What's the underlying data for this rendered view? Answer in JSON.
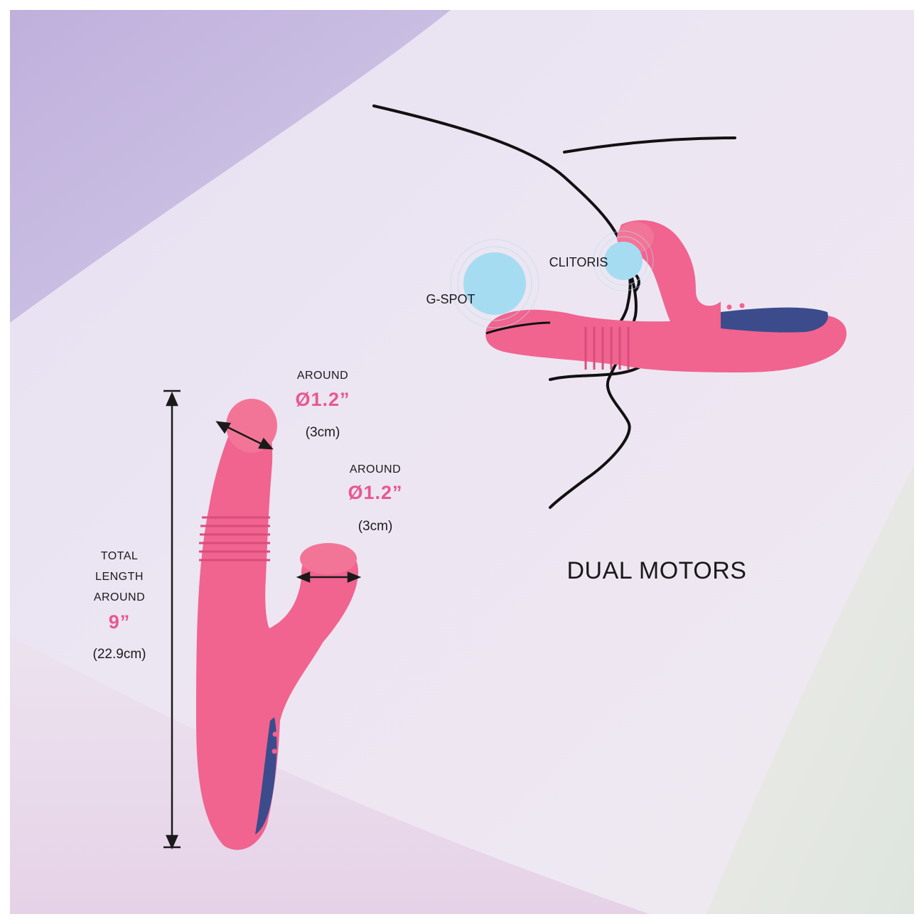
{
  "colors": {
    "product_pink": "#f0648f",
    "accent_pink": "#e8588f",
    "control_panel": "#3c4b8c",
    "zone_blue": "#a6dcf2",
    "background_lavender": "#c4b4de"
  },
  "labels": {
    "top_diameter": {
      "around": "AROUND",
      "value": "Ø1.2”",
      "metric": "(3cm)"
    },
    "clit_diameter": {
      "around": "AROUND",
      "value": "Ø1.2”",
      "metric": "(3cm)"
    },
    "total_length": {
      "line1": "TOTAL",
      "line2": "LENGTH",
      "line3": "AROUND",
      "value": "9”",
      "metric": "(22.9cm)"
    },
    "clitoris": "CLITORIS",
    "gspot": "G-SPOT",
    "dual_motors": "DUAL MOTORS"
  },
  "icons": [
    "dimension-arrow-icon",
    "vibration-zone-icon"
  ]
}
